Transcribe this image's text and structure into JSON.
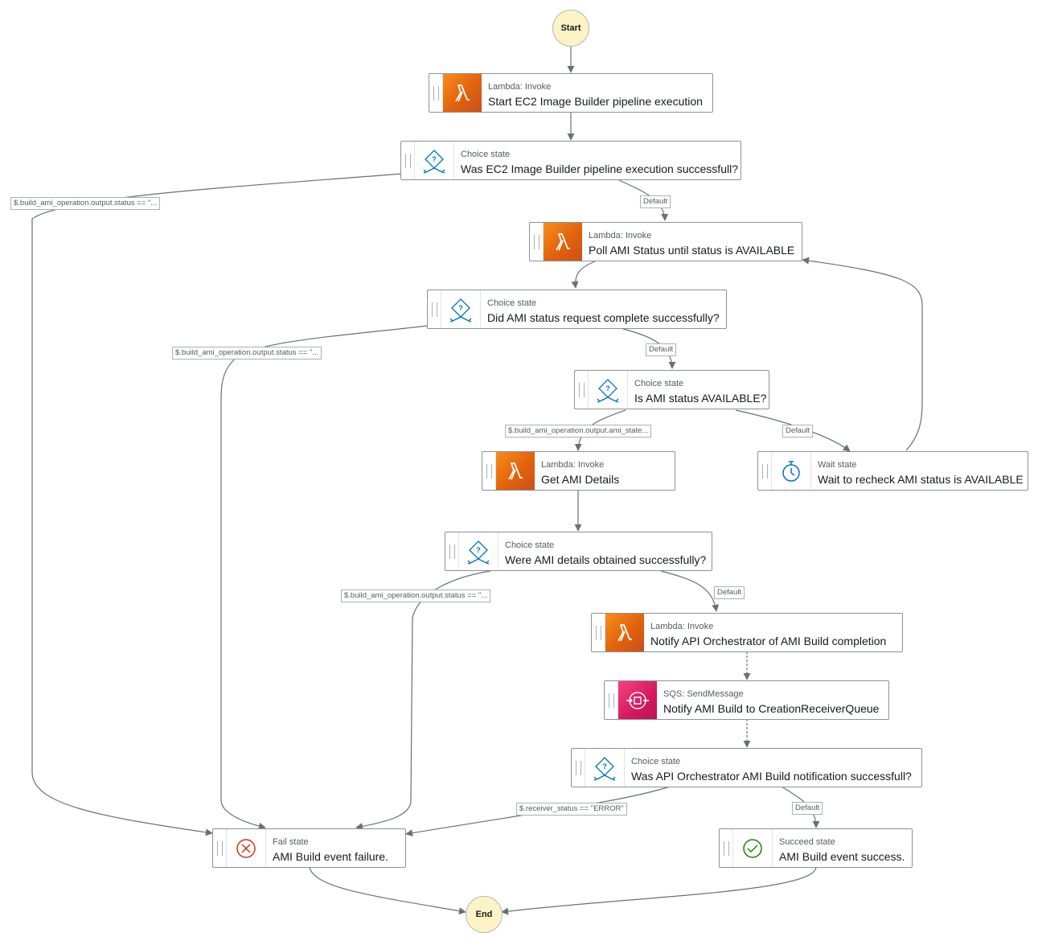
{
  "terminals": {
    "start": "Start",
    "end": "End"
  },
  "states": {
    "start_pipeline": {
      "kind": "Lambda: Invoke",
      "name": "Start EC2 Image Builder pipeline execution",
      "icon": "lambda-icon"
    },
    "choice_pipeline": {
      "kind": "Choice state",
      "name": "Was EC2 Image Builder pipeline execution successfull?",
      "icon": "choice-icon"
    },
    "poll_status": {
      "kind": "Lambda: Invoke",
      "name": "Poll AMI Status until status is AVAILABLE",
      "icon": "lambda-icon"
    },
    "choice_status_request": {
      "kind": "Choice state",
      "name": "Did AMI status request complete successfully?",
      "icon": "choice-icon"
    },
    "choice_available": {
      "kind": "Choice state",
      "name": "Is AMI status AVAILABLE?",
      "icon": "choice-icon"
    },
    "get_details": {
      "kind": "Lambda: Invoke",
      "name": "Get AMI Details",
      "icon": "lambda-icon"
    },
    "wait_recheck": {
      "kind": "Wait state",
      "name": "Wait to recheck AMI status is AVAILABLE",
      "icon": "timer-icon"
    },
    "choice_details": {
      "kind": "Choice state",
      "name": "Were AMI details obtained successfully?",
      "icon": "choice-icon"
    },
    "notify_orchestrator": {
      "kind": "Lambda: Invoke",
      "name": "Notify API Orchestrator of AMI Build completion",
      "icon": "lambda-icon"
    },
    "sqs_notify": {
      "kind": "SQS: SendMessage",
      "name": "Notify AMI Build to CreationReceiverQueue",
      "icon": "sqs-icon"
    },
    "choice_notification": {
      "kind": "Choice state",
      "name": "Was API Orchestrator AMI Build notification successfull?",
      "icon": "choice-icon"
    },
    "fail": {
      "kind": "Fail state",
      "name": "AMI Build event failure.",
      "icon": "fail-icon"
    },
    "succeed": {
      "kind": "Succeed state",
      "name": "AMI Build event success.",
      "icon": "success-icon"
    }
  },
  "edge_labels": {
    "pipeline_failed": "$.build_ami_operation.output.status == \"...",
    "pipeline_default": "Default",
    "status_request_failed": "$.build_ami_operation.output.status == \"...",
    "status_request_default": "Default",
    "ami_available": "$.build_ami_operation.output.ami_state...",
    "available_default": "Default",
    "details_failed": "$.build_ami_operation.output.status == \"...",
    "details_default": "Default",
    "receiver_error": "$.receiver_status == \"ERROR\"",
    "notification_default": "Default"
  },
  "colors": {
    "lambda": "#e2620b",
    "sqs": "#d6185e",
    "choice": "#0073bb",
    "fail": "#d13212",
    "success": "#1d8102",
    "terminal": "#fdf3c4",
    "edge": "#687078"
  }
}
